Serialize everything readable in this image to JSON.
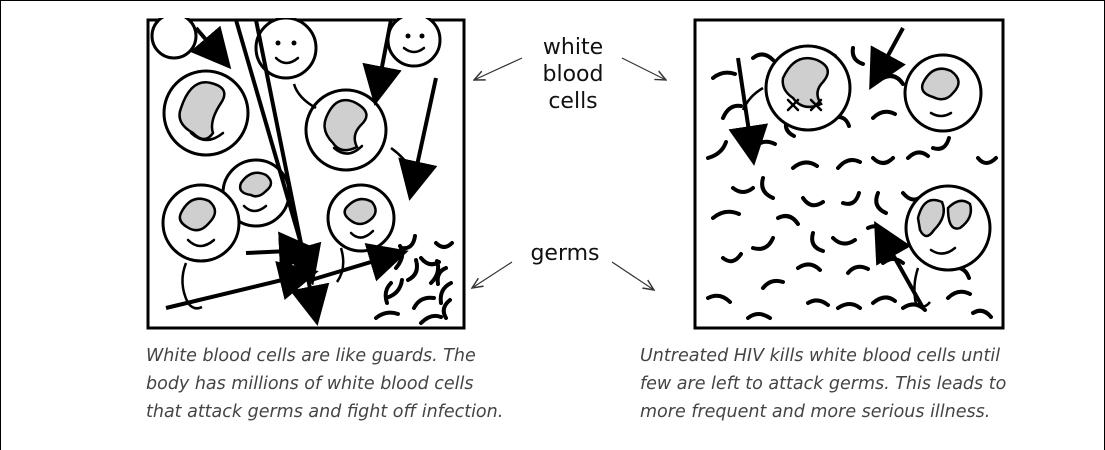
{
  "labels": {
    "white_blood_cells": [
      "white",
      "blood",
      "cells"
    ],
    "germs": "germs"
  },
  "captions": {
    "left": [
      "White blood cells are like guards. The",
      "body has millions of white blood cells",
      "that attack germs and fight off infection."
    ],
    "right": [
      "Untreated HIV kills white blood cells until",
      "few are left to attack germs. This leads to",
      "more frequent and more serious illness."
    ]
  }
}
